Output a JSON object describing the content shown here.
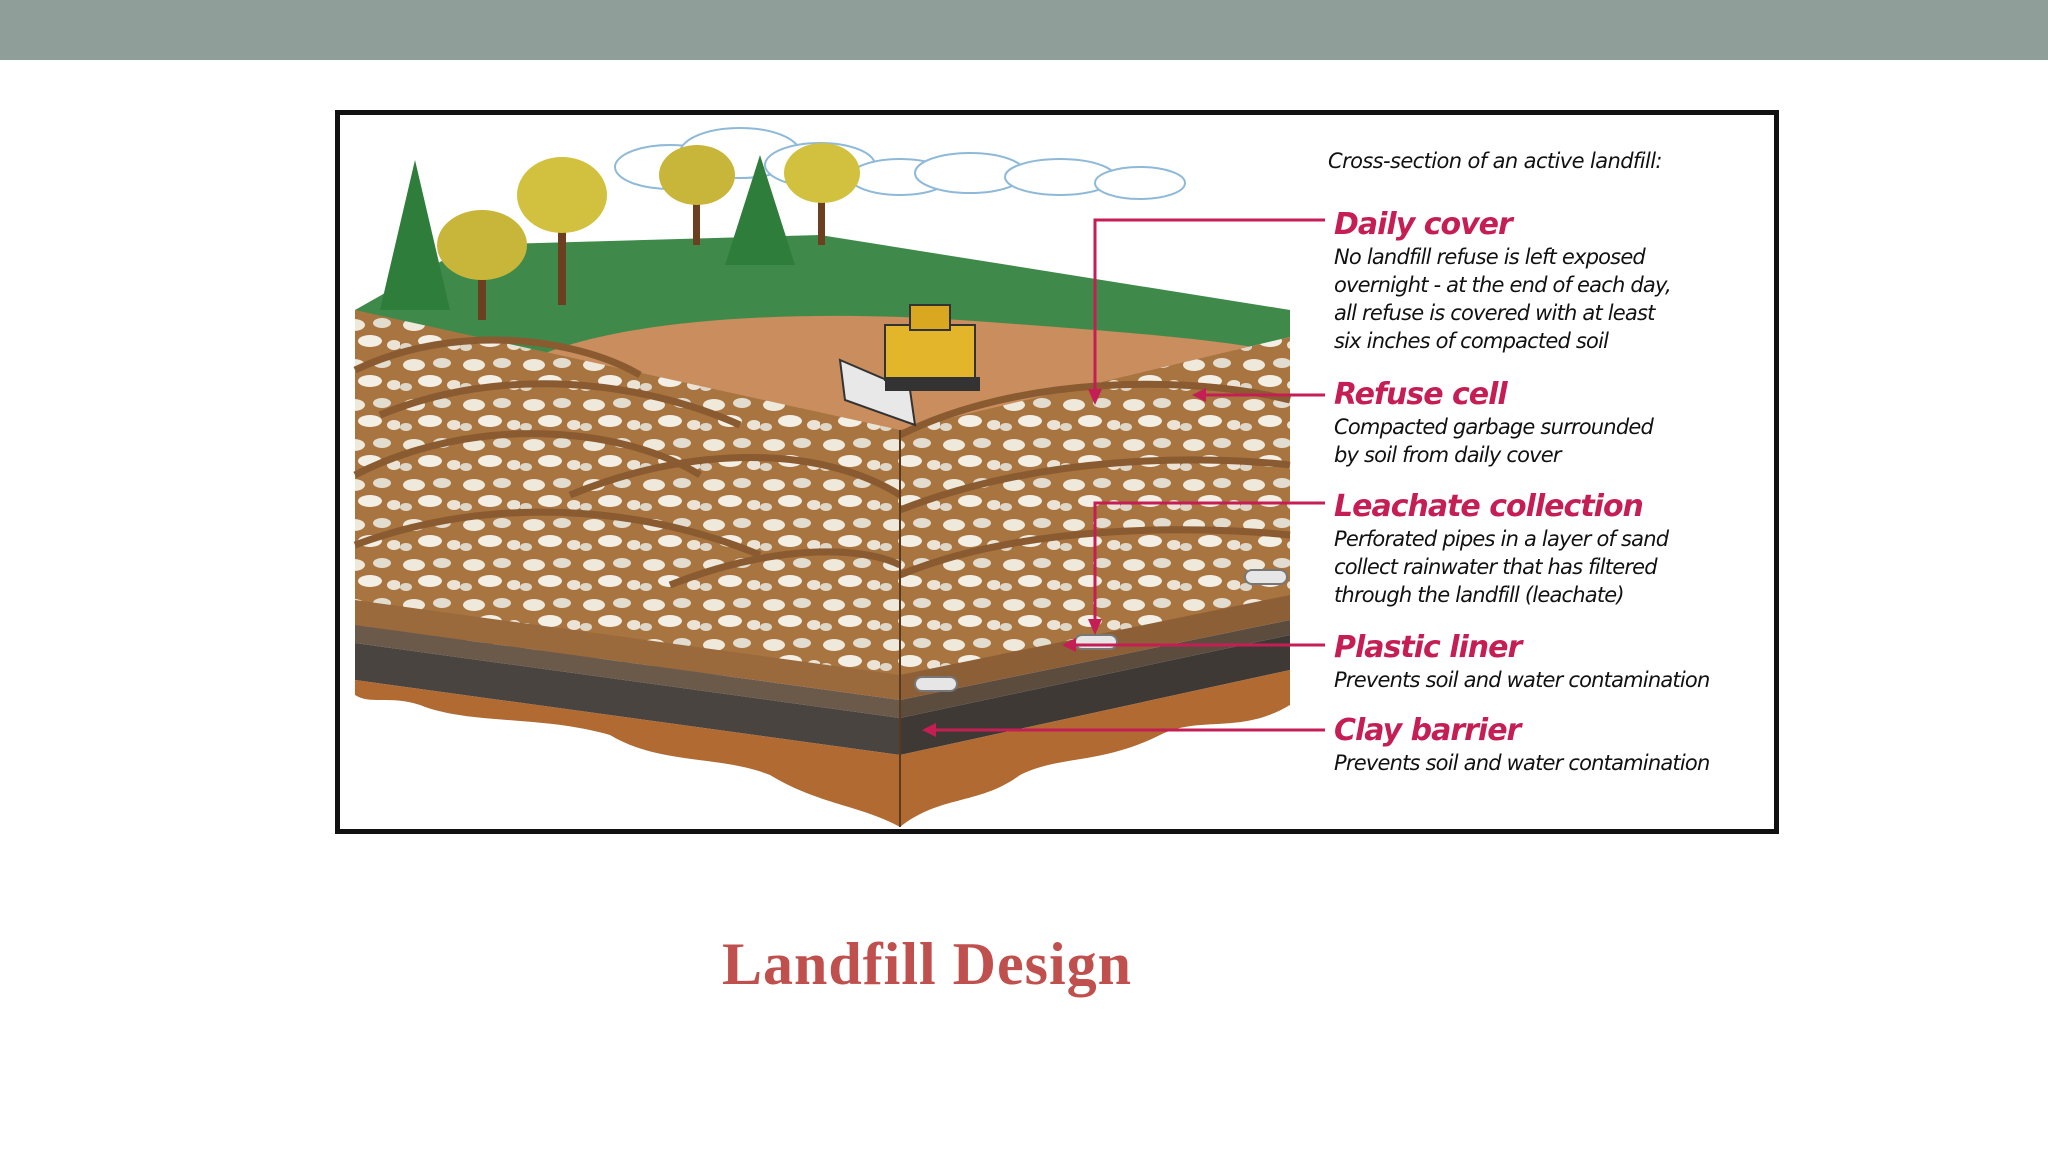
{
  "slide": {
    "title": "Landfill Design",
    "top_bar_color": "#8f9e99",
    "title_color": "#c0504d"
  },
  "diagram": {
    "heading": "Cross-section of an active landfill:",
    "accent_color": "#c41e55",
    "layers": [
      {
        "title": "Daily cover",
        "description_lines": [
          "No landfill refuse is left exposed",
          "overnight - at the end of each day,",
          "all refuse is covered with at least",
          "six inches of compacted soil"
        ]
      },
      {
        "title": "Refuse cell",
        "description_lines": [
          "Compacted garbage surrounded",
          "by soil from daily cover"
        ]
      },
      {
        "title": "Leachate collection",
        "description_lines": [
          "Perforated pipes in a layer of sand",
          "collect rainwater that has filtered",
          "through the landfill (leachate)"
        ]
      },
      {
        "title": "Plastic liner",
        "description_lines": [
          "Prevents soil and water contamination"
        ]
      },
      {
        "title": "Clay barrier",
        "description_lines": [
          "Prevents soil and water contamination"
        ]
      }
    ]
  }
}
